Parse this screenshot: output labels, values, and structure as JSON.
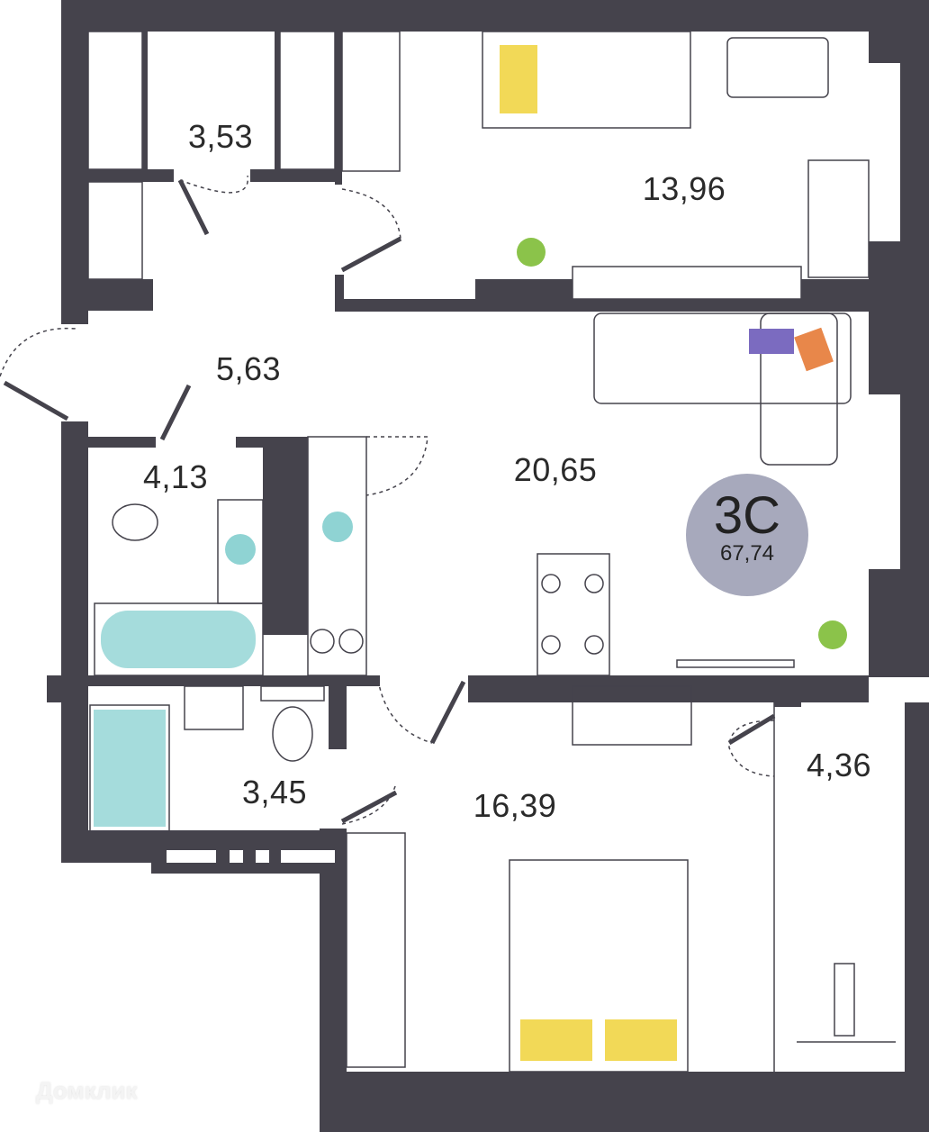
{
  "apartment": {
    "type_code": "3С",
    "total_area": "67,74"
  },
  "rooms": [
    {
      "name": "wardrobe",
      "area": "3,53"
    },
    {
      "name": "bedroom-1",
      "area": "13,96"
    },
    {
      "name": "hallway",
      "area": "5,63"
    },
    {
      "name": "bathroom",
      "area": "4,13"
    },
    {
      "name": "kitchen-living",
      "area": "20,65"
    },
    {
      "name": "shower-room",
      "area": "3,45"
    },
    {
      "name": "bedroom-2",
      "area": "16,39"
    },
    {
      "name": "balcony",
      "area": "4,36"
    }
  ],
  "watermark": "Домклик",
  "colors": {
    "wall": "#45434c",
    "badge": "#a7a9bc",
    "bath": "#8fd3d3",
    "pillow": "#f0d23a",
    "purple": "#7b6bc0",
    "orange": "#e8874a",
    "plant": "#8bc34a"
  }
}
